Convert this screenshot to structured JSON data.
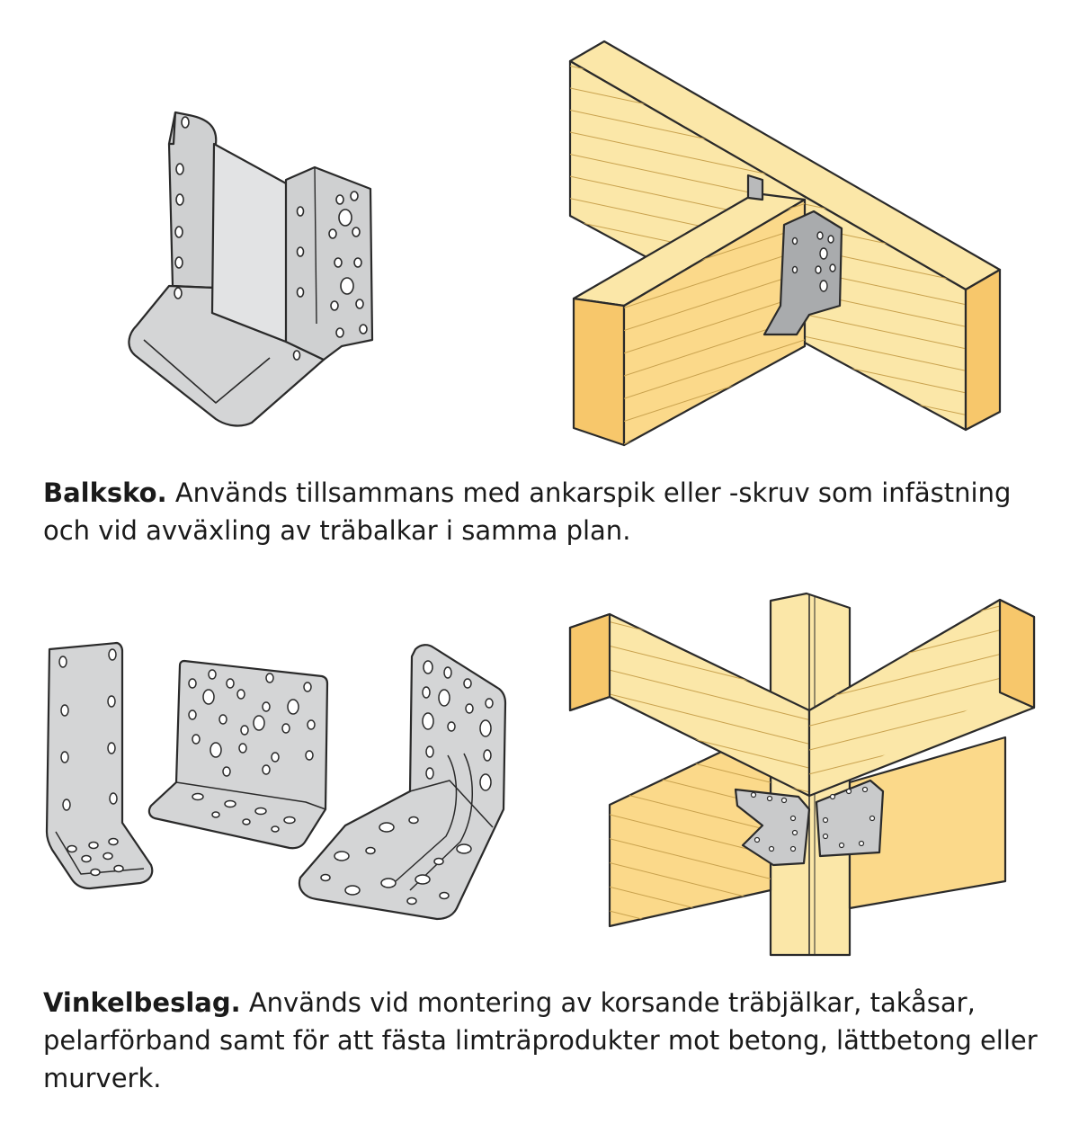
{
  "sections": [
    {
      "term": "Balksko.",
      "description": "Används tillsammans med ankarspik eller -skruv som infästning och vid avväxling av träbalkar i samma plan."
    },
    {
      "term": "Vinkelbeslag.",
      "description": "Används vid montering av korsande träbjälkar, takåsar, pelarförband samt för att fästa limträprodukter mot betong, lättbetong eller murverk."
    }
  ],
  "colors": {
    "metal": "#d4d5d6",
    "metal_dark": "#a9abad",
    "wood_top": "#fbe7a8",
    "wood_side": "#fbd98a",
    "wood_end": "#f7c76b",
    "outline": "#2a2a2a"
  }
}
